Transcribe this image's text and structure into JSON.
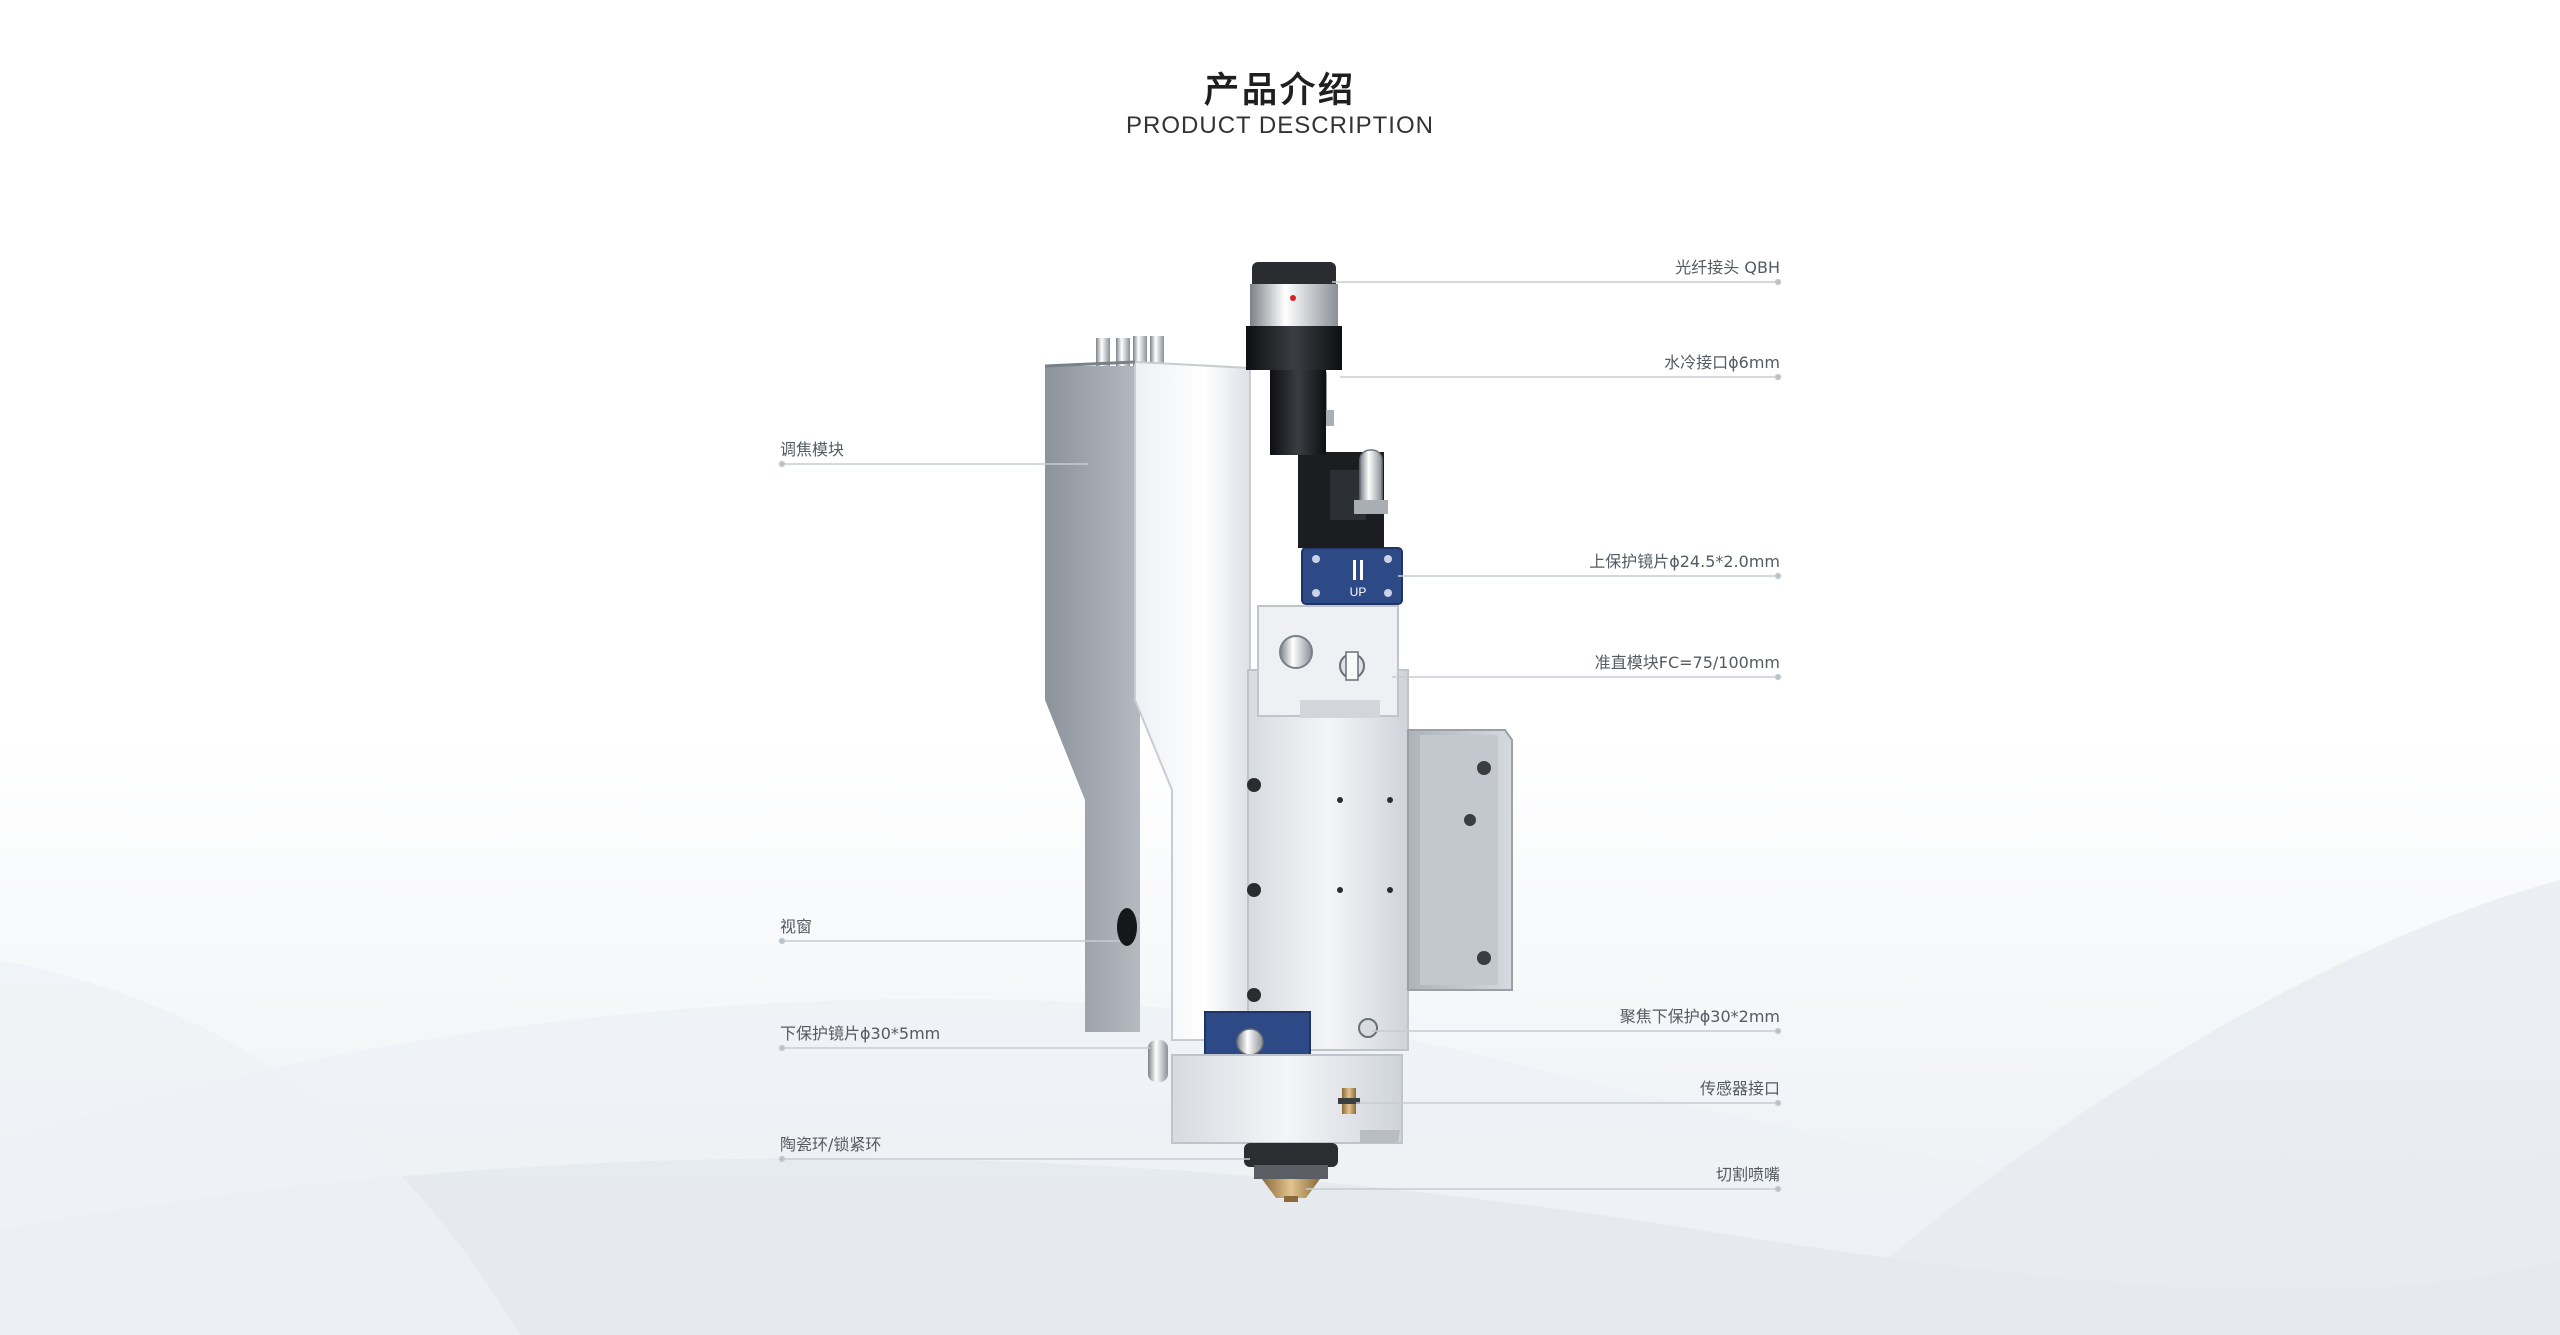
{
  "header": {
    "title_cn": "产品介绍",
    "title_en": "PRODUCT DESCRIPTION"
  },
  "product": {
    "up_label": "UP"
  },
  "callouts": {
    "left": [
      {
        "id": "focus-module",
        "text": "调焦模块"
      },
      {
        "id": "view-window",
        "text": "视窗"
      },
      {
        "id": "lower-protect-lens",
        "text": "下保护镜片ϕ30*5mm"
      },
      {
        "id": "ceramic-ring",
        "text": "陶瓷环/锁紧环"
      }
    ],
    "right": [
      {
        "id": "fiber-connector",
        "text": "光纤接头 QBH"
      },
      {
        "id": "water-cooling-port",
        "text": "水冷接口ϕ6mm"
      },
      {
        "id": "upper-protect-lens",
        "text": "上保护镜片ϕ24.5*2.0mm"
      },
      {
        "id": "collimation-module",
        "text": "准直模块FC=75/100mm"
      },
      {
        "id": "focus-lower-protect",
        "text": "聚焦下保护ϕ30*2mm"
      },
      {
        "id": "sensor-port",
        "text": "传感器接口"
      },
      {
        "id": "cutting-nozzle",
        "text": "切割喷嘴"
      }
    ]
  },
  "colors": {
    "blue_plate": "#2e4a86",
    "silver": "#d9dde2",
    "dark": "#1d1f22",
    "leader_line": "#c7ccd3"
  }
}
